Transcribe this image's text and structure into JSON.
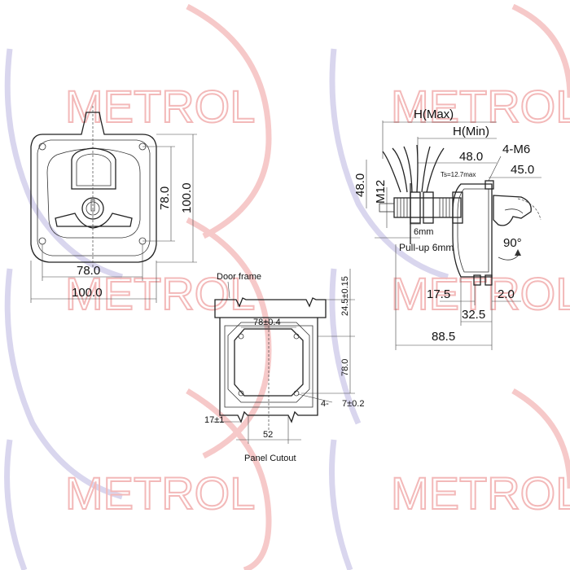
{
  "watermark": {
    "brand": "METROL",
    "color": "#f3b9b9",
    "arc_color_red": "#f6c9c9",
    "arc_color_blue": "#d9d6ee"
  },
  "front_view": {
    "dim_inner_width": "78.0",
    "dim_outer_width": "100.0",
    "dim_inner_height": "78.0",
    "dim_outer_height": "100.0"
  },
  "side_view": {
    "h_max": "H(Max)",
    "h_min": "H(Min)",
    "dim_48_top": "48.0",
    "thread_4m6": "4-M6",
    "dim_45": "45.0",
    "dim_48_left": "48.0",
    "thread_m12": "M12",
    "ts_note": "Ts=12.7max",
    "dim_6mm": "6mm",
    "pull_up": "Pull-up 6mm",
    "angle_90": "90°",
    "dim_17_5": "17.5",
    "dim_2_0": "2.0",
    "dim_32_5": "32.5",
    "dim_88_5": "88.5"
  },
  "panel_cutout": {
    "door_frame": "Door frame",
    "dim_24_5": "24.5±0.15",
    "dim_78_h": "78±0.4",
    "dim_78_v": "78.0",
    "holes": "4-",
    "hole_dia": "7±0.2",
    "dim_17": "17±1",
    "dim_52": "52",
    "title": "Panel Cutout"
  }
}
